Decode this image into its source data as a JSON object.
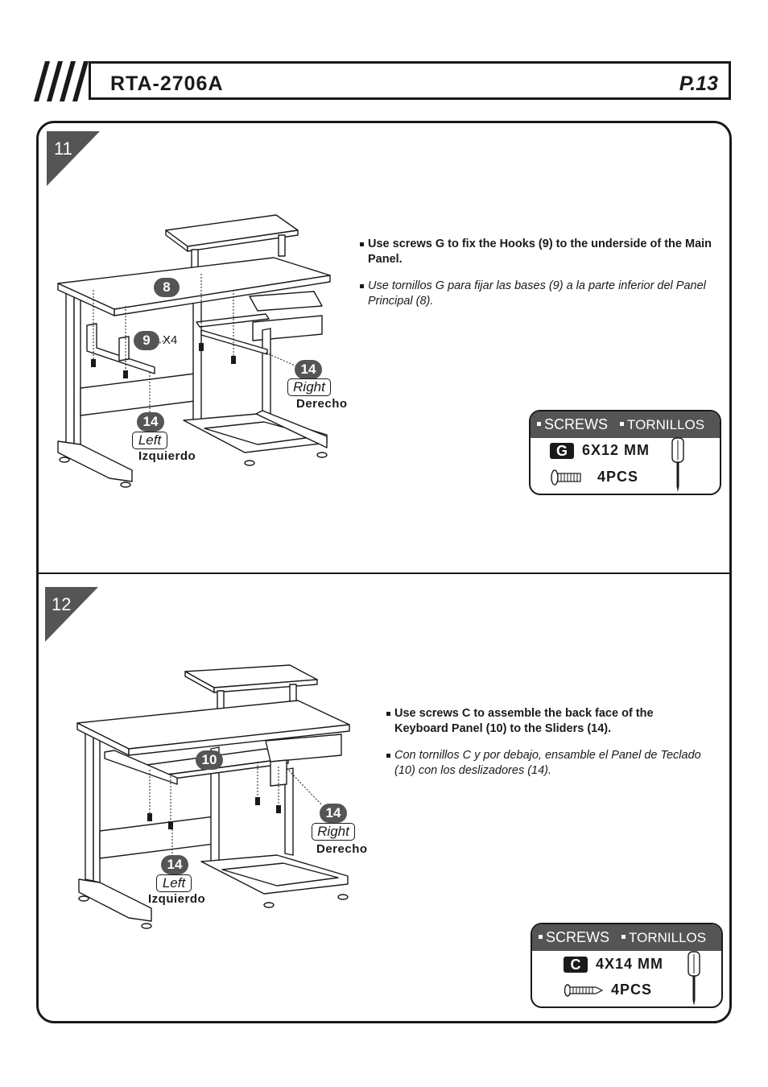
{
  "header": {
    "model": "RTA-2706A",
    "page": "P.13"
  },
  "steps": [
    {
      "number": "11",
      "instruction_en": "Use screws G to fix the Hooks (9) to the underside of the Main Panel.",
      "instruction_es": "Use tornillos G para fijar las bases (9) a la parte inferior del Panel Principal (8).",
      "callouts": {
        "main_panel": "8",
        "hooks": "9",
        "hooks_qty": "X4",
        "slider_right": "14",
        "slider_left": "14"
      },
      "labels": {
        "right_en": "Right",
        "right_es": "Derecho",
        "left_en": "Left",
        "left_es": "Izquierdo"
      },
      "screws": {
        "title_en": "SCREWS",
        "title_es": "TORNILLOS",
        "letter": "G",
        "size": "6X12 MM",
        "qty": "4PCS"
      }
    },
    {
      "number": "12",
      "instruction_en": "Use screws C to assemble the back face of the Keyboard Panel (10) to the Sliders (14).",
      "instruction_es": "Con tornillos C y por debajo, ensamble el Panel de Teclado (10) con los deslizadores (14).",
      "callouts": {
        "keyboard_panel": "10",
        "slider_right": "14",
        "slider_left": "14"
      },
      "labels": {
        "right_en": "Right",
        "right_es": "Derecho",
        "left_en": "Left",
        "left_es": "Izquierdo"
      },
      "screws": {
        "title_en": "SCREWS",
        "title_es": "TORNILLOS",
        "letter": "C",
        "size": "4X14 MM",
        "qty": "4PCS"
      }
    }
  ]
}
